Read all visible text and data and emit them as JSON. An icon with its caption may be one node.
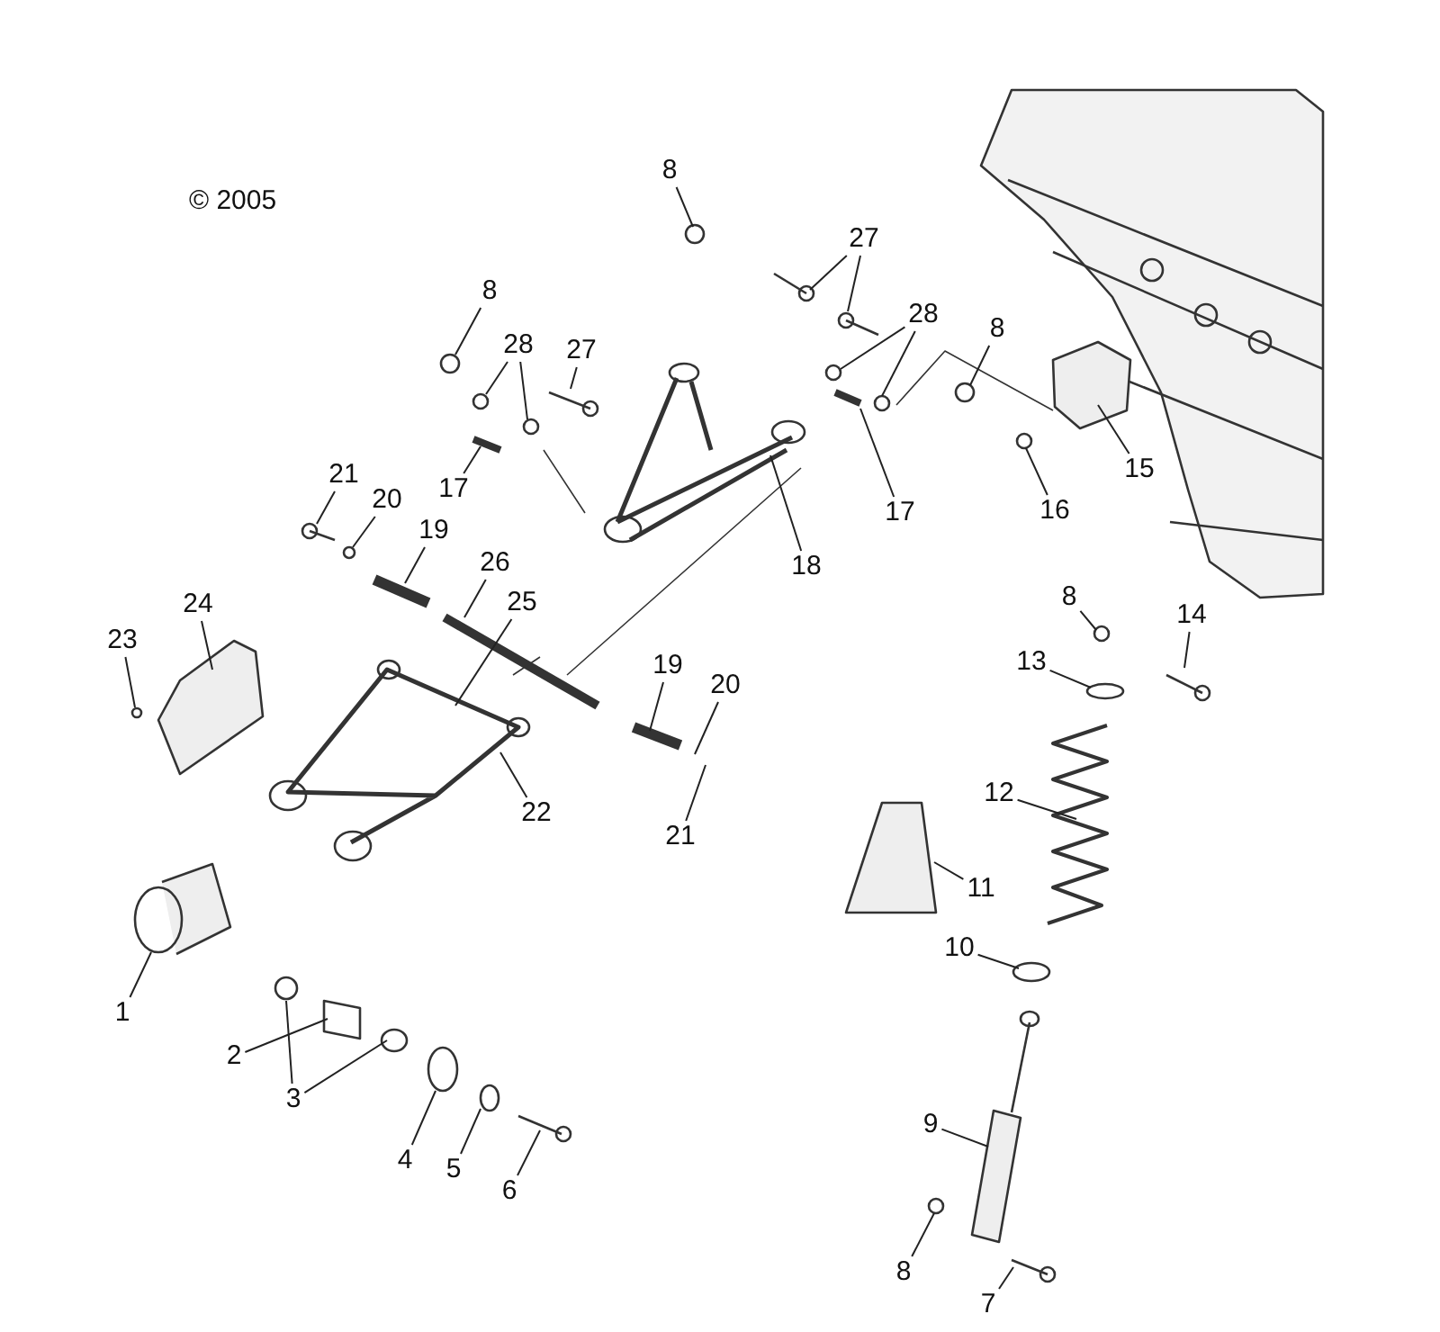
{
  "diagram": {
    "nodes": [
      {
        "text": [
          "8"
        ]
      },
      {
        "text": [
          "27"
        ]
      },
      {
        "text": [
          "8"
        ]
      },
      {
        "text": [
          "28"
        ]
      },
      {
        "text": [
          "27"
        ]
      },
      {
        "text": [
          "28"
        ]
      },
      {
        "text": [
          "8"
        ]
      },
      {
        "text": [
          "21"
        ]
      },
      {
        "text": [
          "20"
        ]
      },
      {
        "text": [
          "17"
        ]
      },
      {
        "text": [
          "15"
        ]
      },
      {
        "text": [
          "16"
        ]
      },
      {
        "text": [
          "17"
        ]
      },
      {
        "text": [
          "18"
        ]
      },
      {
        "text": [
          "19"
        ]
      },
      {
        "text": [
          "26"
        ]
      },
      {
        "text": [
          "25"
        ]
      },
      {
        "text": [
          "24"
        ]
      },
      {
        "text": [
          "23"
        ]
      },
      {
        "text": [
          "8"
        ]
      },
      {
        "text": [
          "14"
        ]
      },
      {
        "text": [
          "13"
        ]
      },
      {
        "text": [
          "19"
        ]
      },
      {
        "text": [
          "20"
        ]
      },
      {
        "text": [
          "12"
        ]
      },
      {
        "text": [
          "22"
        ]
      },
      {
        "text": [
          "21"
        ]
      },
      {
        "text": [
          "11"
        ]
      },
      {
        "text": [
          "10"
        ]
      },
      {
        "text": [
          "1"
        ]
      },
      {
        "text": [
          "2"
        ]
      },
      {
        "text": [
          "3"
        ]
      },
      {
        "text": [
          "9"
        ]
      },
      {
        "text": [
          "4"
        ]
      },
      {
        "text": [
          "5"
        ]
      },
      {
        "text": [
          "6"
        ]
      },
      {
        "text": [
          "8"
        ]
      },
      {
        "text": [
          "7"
        ]
      }
    ],
    "edges": [
      {
        "from": 0,
        "to": null,
        "arrow": "none"
      },
      {
        "from": 1,
        "to": null,
        "arrow": "none"
      },
      {
        "from": 1,
        "to": null,
        "arrow": "none"
      },
      {
        "from": 2,
        "to": null,
        "arrow": "none"
      },
      {
        "from": 3,
        "to": null,
        "arrow": "none"
      },
      {
        "from": 3,
        "to": null,
        "arrow": "none"
      },
      {
        "from": 4,
        "to": null,
        "arrow": "none"
      },
      {
        "from": 5,
        "to": null,
        "arrow": "none"
      },
      {
        "from": 5,
        "to": null,
        "arrow": "none"
      },
      {
        "from": 6,
        "to": null,
        "arrow": "none"
      },
      {
        "from": 7,
        "to": null,
        "arrow": "none"
      },
      {
        "from": 8,
        "to": null,
        "arrow": "none"
      },
      {
        "from": 9,
        "to": null,
        "arrow": "none"
      },
      {
        "from": 10,
        "to": null,
        "arrow": "none"
      },
      {
        "from": 11,
        "to": null,
        "arrow": "none"
      },
      {
        "from": 12,
        "to": null,
        "arrow": "none"
      },
      {
        "from": 13,
        "to": null,
        "arrow": "none"
      },
      {
        "from": 14,
        "to": null,
        "arrow": "none"
      },
      {
        "from": 15,
        "to": null,
        "arrow": "none"
      },
      {
        "from": 16,
        "to": null,
        "arrow": "none"
      },
      {
        "from": 17,
        "to": null,
        "arrow": "none"
      },
      {
        "from": 18,
        "to": null,
        "arrow": "none"
      },
      {
        "from": 19,
        "to": null,
        "arrow": "none"
      },
      {
        "from": 20,
        "to": null,
        "arrow": "none"
      },
      {
        "from": 21,
        "to": null,
        "arrow": "none"
      },
      {
        "from": 22,
        "to": null,
        "arrow": "none"
      },
      {
        "from": 23,
        "to": null,
        "arrow": "none"
      },
      {
        "from": 24,
        "to": null,
        "arrow": "none"
      },
      {
        "from": 25,
        "to": null,
        "arrow": "none"
      },
      {
        "from": 26,
        "to": null,
        "arrow": "none"
      },
      {
        "from": 27,
        "to": null,
        "arrow": "none"
      },
      {
        "from": 28,
        "to": null,
        "arrow": "none"
      },
      {
        "from": 29,
        "to": null,
        "arrow": "none"
      },
      {
        "from": 30,
        "to": null,
        "arrow": "none"
      },
      {
        "from": 31,
        "to": null,
        "arrow": "none"
      },
      {
        "from": 31,
        "to": null,
        "arrow": "none"
      },
      {
        "from": 32,
        "to": null,
        "arrow": "none"
      },
      {
        "from": 33,
        "to": null,
        "arrow": "none"
      },
      {
        "from": 34,
        "to": null,
        "arrow": "none"
      },
      {
        "from": 35,
        "to": null,
        "arrow": "none"
      },
      {
        "from": 36,
        "to": null,
        "arrow": "none"
      },
      {
        "from": 37,
        "to": null,
        "arrow": "none"
      }
    ],
    "labels": [
      "© 2005"
    ]
  }
}
